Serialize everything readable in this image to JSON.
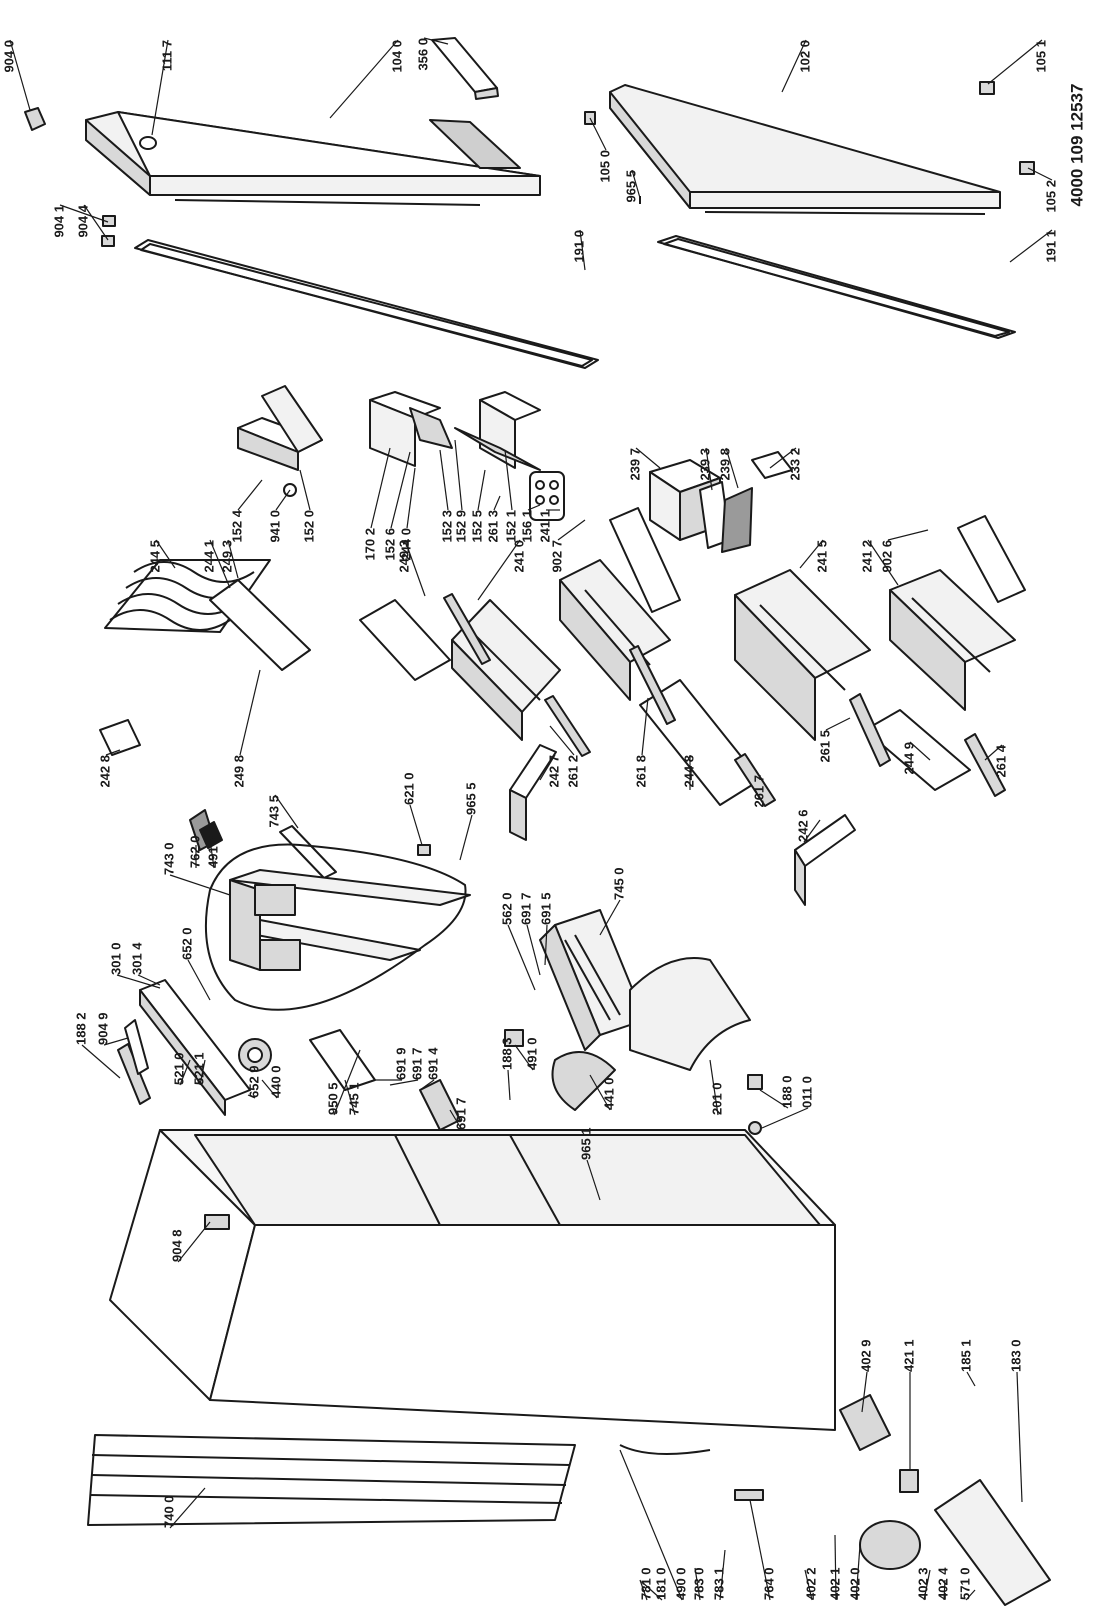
{
  "doc_number": "4000 109 12537",
  "colors": {
    "ink": "#1a1a1a",
    "paper": "#ffffff",
    "shade": "#d9d9d9",
    "mid": "#9a9a9a"
  },
  "labels": [
    "904 0",
    "111 7",
    "104 0",
    "356 0",
    "102 0",
    "105 1",
    "105 0",
    "965 5",
    "105 2",
    "191 1",
    "904 1",
    "904 4",
    "191 0",
    "152 4",
    "941 0",
    "152 0",
    "170 2",
    "152 6",
    "244 0",
    "152 3",
    "152 9",
    "152 5",
    "261 3",
    "152 1",
    "156 1",
    "241 1",
    "239 7",
    "239 3",
    "239 8",
    "233 2",
    "244 5",
    "244 1",
    "249 3",
    "249 3",
    "241 0",
    "902 7",
    "241 5",
    "241 2",
    "902 6",
    "242 8",
    "249 8",
    "743 5",
    "762 0",
    "491 2",
    "743 0",
    "621 0",
    "965 5",
    "242 7",
    "261 2",
    "261 8",
    "244 8",
    "261 7",
    "242 6",
    "261 5",
    "244 9",
    "261 4",
    "562 0",
    "691 7",
    "691 5",
    "745 0",
    "301 0",
    "301 4",
    "652 0",
    "188 2",
    "904 9",
    "521 0",
    "521 1",
    "652 9",
    "440 0",
    "950 5",
    "745 1",
    "691 9",
    "691 7",
    "691 4",
    "691 7",
    "188 3",
    "491 0",
    "441 0",
    "201 0",
    "188 0",
    "011 0",
    "965 1",
    "904 8",
    "402 9",
    "421 1",
    "185 1",
    "183 0",
    "740 0",
    "781 0",
    "181 0",
    "490 0",
    "783 0",
    "783 1",
    "764 0",
    "402 2",
    "402 1",
    "402 0",
    "402 3",
    "402 4",
    "571 0"
  ]
}
